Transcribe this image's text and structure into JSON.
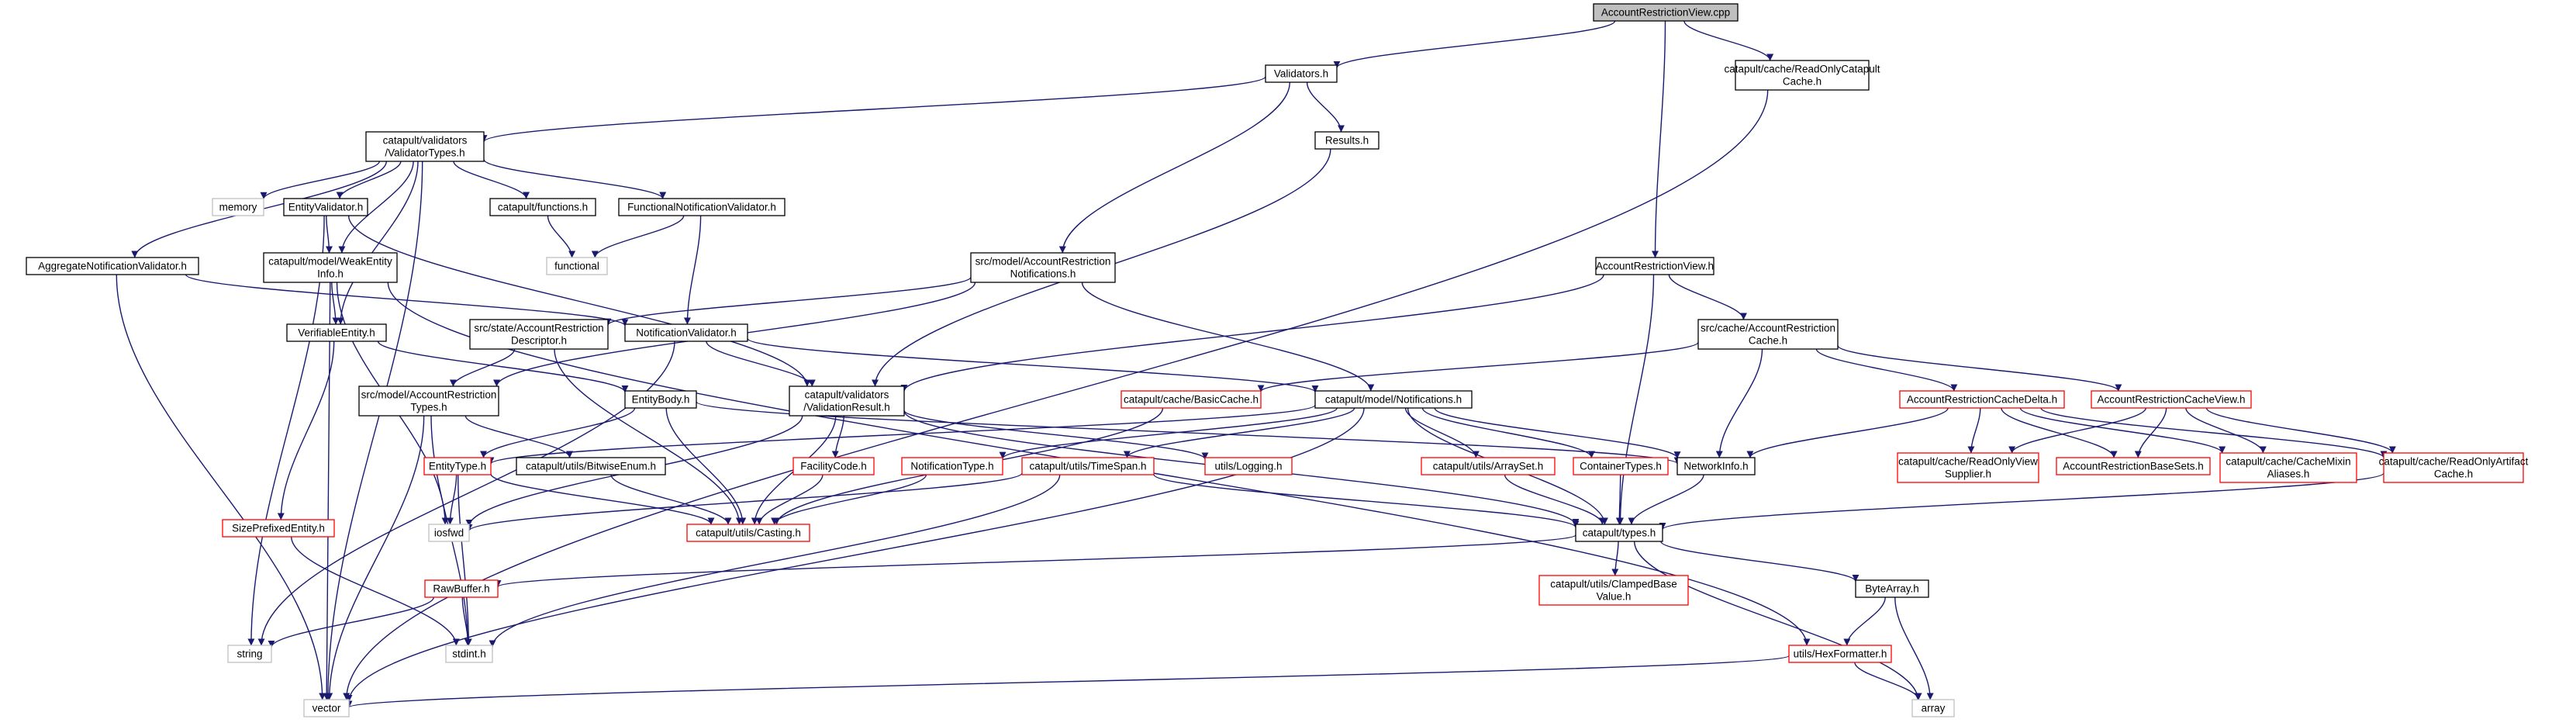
{
  "colors": {
    "edge": "#191970",
    "border_black": "#000000",
    "border_red": "#ff0000",
    "border_gray": "#bfbfbf",
    "root_fill": "#bfbfbf",
    "node_fill": "#ffffff"
  },
  "nodes": [
    {
      "id": "root",
      "lines": [
        "AccountRestrictionView.cpp"
      ],
      "style": "root"
    },
    {
      "id": "validators_h",
      "lines": [
        "Validators.h"
      ],
      "style": "black"
    },
    {
      "id": "ro_catapult_cache",
      "lines": [
        "catapult/cache/ReadOnlyCatapult",
        "Cache.h"
      ],
      "style": "black"
    },
    {
      "id": "validator_types",
      "lines": [
        "catapult/validators",
        "/ValidatorTypes.h"
      ],
      "style": "black"
    },
    {
      "id": "results_h",
      "lines": [
        "Results.h"
      ],
      "style": "black"
    },
    {
      "id": "memory",
      "lines": [
        "memory"
      ],
      "style": "gray"
    },
    {
      "id": "entity_validator",
      "lines": [
        "EntityValidator.h"
      ],
      "style": "black"
    },
    {
      "id": "functions_h",
      "lines": [
        "catapult/functions.h"
      ],
      "style": "black"
    },
    {
      "id": "functional_nv",
      "lines": [
        "FunctionalNotificationValidator.h"
      ],
      "style": "black"
    },
    {
      "id": "functional",
      "lines": [
        "functional"
      ],
      "style": "gray"
    },
    {
      "id": "weak_entity",
      "lines": [
        "catapult/model/WeakEntity",
        "Info.h"
      ],
      "style": "black"
    },
    {
      "id": "aggregate_nv",
      "lines": [
        "AggregateNotificationValidator.h"
      ],
      "style": "black"
    },
    {
      "id": "src_model_arn",
      "lines": [
        "src/model/AccountRestriction",
        "Notifications.h"
      ],
      "style": "black"
    },
    {
      "id": "arv_h",
      "lines": [
        "AccountRestrictionView.h"
      ],
      "style": "black"
    },
    {
      "id": "src_cache_arc",
      "lines": [
        "src/cache/AccountRestriction",
        "Cache.h"
      ],
      "style": "black"
    },
    {
      "id": "verifiable",
      "lines": [
        "VerifiableEntity.h"
      ],
      "style": "black"
    },
    {
      "id": "src_state_ard",
      "lines": [
        "src/state/AccountRestriction",
        "Descriptor.h"
      ],
      "style": "black"
    },
    {
      "id": "notification_validator",
      "lines": [
        "NotificationValidator.h"
      ],
      "style": "black"
    },
    {
      "id": "entity_body",
      "lines": [
        "EntityBody.h"
      ],
      "style": "black"
    },
    {
      "id": "src_model_art",
      "lines": [
        "src/model/AccountRestriction",
        "Types.h"
      ],
      "style": "black"
    },
    {
      "id": "validation_result",
      "lines": [
        "catapult/validators",
        "/ValidationResult.h"
      ],
      "style": "black"
    },
    {
      "id": "basic_cache",
      "lines": [
        "catapult/cache/BasicCache.h"
      ],
      "style": "red"
    },
    {
      "id": "notifications_h",
      "lines": [
        "catapult/model/Notifications.h"
      ],
      "style": "black"
    },
    {
      "id": "arc_delta",
      "lines": [
        "AccountRestrictionCacheDelta.h"
      ],
      "style": "red"
    },
    {
      "id": "arc_view",
      "lines": [
        "AccountRestrictionCacheView.h"
      ],
      "style": "red"
    },
    {
      "id": "entity_type",
      "lines": [
        "EntityType.h"
      ],
      "style": "red"
    },
    {
      "id": "bitwise_enum",
      "lines": [
        "catapult/utils/BitwiseEnum.h"
      ],
      "style": "black"
    },
    {
      "id": "facility_code",
      "lines": [
        "FacilityCode.h"
      ],
      "style": "red"
    },
    {
      "id": "logging",
      "lines": [
        "utils/Logging.h"
      ],
      "style": "red"
    },
    {
      "id": "notification_type",
      "lines": [
        "NotificationType.h"
      ],
      "style": "red"
    },
    {
      "id": "time_span",
      "lines": [
        "catapult/utils/TimeSpan.h"
      ],
      "style": "red"
    },
    {
      "id": "array_set",
      "lines": [
        "catapult/utils/ArraySet.h"
      ],
      "style": "red"
    },
    {
      "id": "container_types",
      "lines": [
        "ContainerTypes.h"
      ],
      "style": "red"
    },
    {
      "id": "network_info",
      "lines": [
        "NetworkInfo.h"
      ],
      "style": "black"
    },
    {
      "id": "ro_view_supplier",
      "lines": [
        "catapult/cache/ReadOnlyView",
        "Supplier.h"
      ],
      "style": "red"
    },
    {
      "id": "ar_base_sets",
      "lines": [
        "AccountRestrictionBaseSets.h"
      ],
      "style": "red"
    },
    {
      "id": "cache_mixin",
      "lines": [
        "catapult/cache/CacheMixin",
        "Aliases.h"
      ],
      "style": "red"
    },
    {
      "id": "ro_artifact_cache",
      "lines": [
        "catapult/cache/ReadOnlyArtifact",
        "Cache.h"
      ],
      "style": "red"
    },
    {
      "id": "size_prefixed",
      "lines": [
        "SizePrefixedEntity.h"
      ],
      "style": "red"
    },
    {
      "id": "iosfwd",
      "lines": [
        "iosfwd"
      ],
      "style": "gray"
    },
    {
      "id": "casting",
      "lines": [
        "catapult/utils/Casting.h"
      ],
      "style": "red"
    },
    {
      "id": "types_h",
      "lines": [
        "catapult/types.h"
      ],
      "style": "black"
    },
    {
      "id": "clamped_base",
      "lines": [
        "catapult/utils/ClampedBase",
        "Value.h"
      ],
      "style": "red"
    },
    {
      "id": "raw_buffer",
      "lines": [
        "RawBuffer.h"
      ],
      "style": "red"
    },
    {
      "id": "byte_array",
      "lines": [
        "ByteArray.h"
      ],
      "style": "black"
    },
    {
      "id": "string",
      "lines": [
        "string"
      ],
      "style": "gray"
    },
    {
      "id": "stdint",
      "lines": [
        "stdint.h"
      ],
      "style": "gray"
    },
    {
      "id": "hex_formatter",
      "lines": [
        "utils/HexFormatter.h"
      ],
      "style": "red"
    },
    {
      "id": "vector",
      "lines": [
        "vector"
      ],
      "style": "gray"
    },
    {
      "id": "array",
      "lines": [
        "array"
      ],
      "style": "gray"
    }
  ],
  "edges": [
    [
      "root",
      "validators_h"
    ],
    [
      "root",
      "ro_catapult_cache"
    ],
    [
      "root",
      "arv_h"
    ],
    [
      "validators_h",
      "validator_types"
    ],
    [
      "validators_h",
      "results_h"
    ],
    [
      "validators_h",
      "src_model_arn"
    ],
    [
      "ro_catapult_cache",
      "vector"
    ],
    [
      "validator_types",
      "memory"
    ],
    [
      "validator_types",
      "entity_validator"
    ],
    [
      "validator_types",
      "functions_h"
    ],
    [
      "validator_types",
      "functional_nv"
    ],
    [
      "validator_types",
      "weak_entity"
    ],
    [
      "validator_types",
      "aggregate_nv"
    ],
    [
      "validator_types",
      "verifiable"
    ],
    [
      "validator_types",
      "vector"
    ],
    [
      "results_h",
      "validation_result"
    ],
    [
      "entity_validator",
      "weak_entity"
    ],
    [
      "entity_validator",
      "validation_result"
    ],
    [
      "entity_validator",
      "string"
    ],
    [
      "functions_h",
      "functional"
    ],
    [
      "functional_nv",
      "functional"
    ],
    [
      "functional_nv",
      "notification_validator"
    ],
    [
      "weak_entity",
      "verifiable"
    ],
    [
      "weak_entity",
      "hex_formatter"
    ],
    [
      "weak_entity",
      "iosfwd"
    ],
    [
      "weak_entity",
      "vector"
    ],
    [
      "aggregate_nv",
      "notification_validator"
    ],
    [
      "aggregate_nv",
      "vector"
    ],
    [
      "src_model_arn",
      "src_state_ard"
    ],
    [
      "src_model_arn",
      "notifications_h"
    ],
    [
      "src_model_arn",
      "src_model_art"
    ],
    [
      "arv_h",
      "src_cache_arc"
    ],
    [
      "arv_h",
      "validation_result"
    ],
    [
      "arv_h",
      "types_h"
    ],
    [
      "src_cache_arc",
      "basic_cache"
    ],
    [
      "src_cache_arc",
      "arc_delta"
    ],
    [
      "src_cache_arc",
      "arc_view"
    ],
    [
      "src_cache_arc",
      "network_info"
    ],
    [
      "verifiable",
      "entity_body"
    ],
    [
      "verifiable",
      "size_prefixed"
    ],
    [
      "src_state_ard",
      "src_model_art"
    ],
    [
      "src_state_ard",
      "casting"
    ],
    [
      "notification_validator",
      "validation_result"
    ],
    [
      "notification_validator",
      "notifications_h"
    ],
    [
      "notification_validator",
      "string"
    ],
    [
      "entity_body",
      "entity_type"
    ],
    [
      "entity_body",
      "network_info"
    ],
    [
      "entity_body",
      "casting"
    ],
    [
      "src_model_art",
      "bitwise_enum"
    ],
    [
      "src_model_art",
      "stdint"
    ],
    [
      "src_model_art",
      "vector"
    ],
    [
      "validation_result",
      "facility_code"
    ],
    [
      "validation_result",
      "logging"
    ],
    [
      "validation_result",
      "iosfwd"
    ],
    [
      "validation_result",
      "casting"
    ],
    [
      "validation_result",
      "types_h"
    ],
    [
      "basic_cache",
      "casting"
    ],
    [
      "notifications_h",
      "entity_type"
    ],
    [
      "notifications_h",
      "notification_type"
    ],
    [
      "notifications_h",
      "time_span"
    ],
    [
      "notifications_h",
      "array_set"
    ],
    [
      "notifications_h",
      "container_types"
    ],
    [
      "notifications_h",
      "network_info"
    ],
    [
      "notifications_h",
      "types_h"
    ],
    [
      "notifications_h",
      "vector"
    ],
    [
      "arc_delta",
      "network_info"
    ],
    [
      "arc_delta",
      "ro_view_supplier"
    ],
    [
      "arc_delta",
      "ar_base_sets"
    ],
    [
      "arc_delta",
      "cache_mixin"
    ],
    [
      "arc_delta",
      "ro_artifact_cache"
    ],
    [
      "arc_view",
      "ro_view_supplier"
    ],
    [
      "arc_view",
      "ar_base_sets"
    ],
    [
      "arc_view",
      "cache_mixin"
    ],
    [
      "arc_view",
      "ro_artifact_cache"
    ],
    [
      "entity_type",
      "iosfwd"
    ],
    [
      "entity_type",
      "casting"
    ],
    [
      "entity_type",
      "stdint"
    ],
    [
      "bitwise_enum",
      "casting"
    ],
    [
      "facility_code",
      "casting"
    ],
    [
      "notification_type",
      "casting"
    ],
    [
      "time_span",
      "types_h"
    ],
    [
      "time_span",
      "iosfwd"
    ],
    [
      "time_span",
      "stdint"
    ],
    [
      "array_set",
      "types_h"
    ],
    [
      "container_types",
      "types_h"
    ],
    [
      "network_info",
      "types_h"
    ],
    [
      "ro_artifact_cache",
      "types_h"
    ],
    [
      "size_prefixed",
      "stdint"
    ],
    [
      "types_h",
      "clamped_base"
    ],
    [
      "types_h",
      "raw_buffer"
    ],
    [
      "types_h",
      "byte_array"
    ],
    [
      "types_h",
      "array"
    ],
    [
      "raw_buffer",
      "string"
    ],
    [
      "raw_buffer",
      "stdint"
    ],
    [
      "byte_array",
      "hex_formatter"
    ],
    [
      "byte_array",
      "array"
    ],
    [
      "hex_formatter",
      "vector"
    ],
    [
      "hex_formatter",
      "array"
    ]
  ]
}
